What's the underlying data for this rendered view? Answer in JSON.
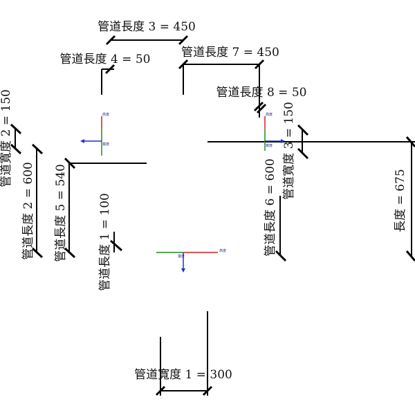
{
  "dimensions": {
    "pipe_length_3": "管道長度 3 = 450",
    "pipe_length_4": "管道長度 4 = 50",
    "pipe_length_7": "管道長度 7 = 450",
    "pipe_length_8": "管道長度 8 = 50",
    "pipe_width_2": "管道寬度 2 = 150",
    "pipe_length_2": "管道長度 2 = 600",
    "pipe_length_5": "管道長度 5 = 540",
    "pipe_length_1": "管道長度 1 = 100",
    "pipe_length_6": "管道長度 6 = 600",
    "pipe_width_3": "管道寬度 3 = 150",
    "length": "長度 = 675",
    "pipe_width_1": "管道寬度 1 = 300"
  },
  "axis_labels": {
    "height": "高度",
    "width": "寬度"
  },
  "colors": {
    "x_axis": "#cc1f1f",
    "y_axis": "#1f8a1f",
    "z_axis": "#1f2fcc"
  }
}
